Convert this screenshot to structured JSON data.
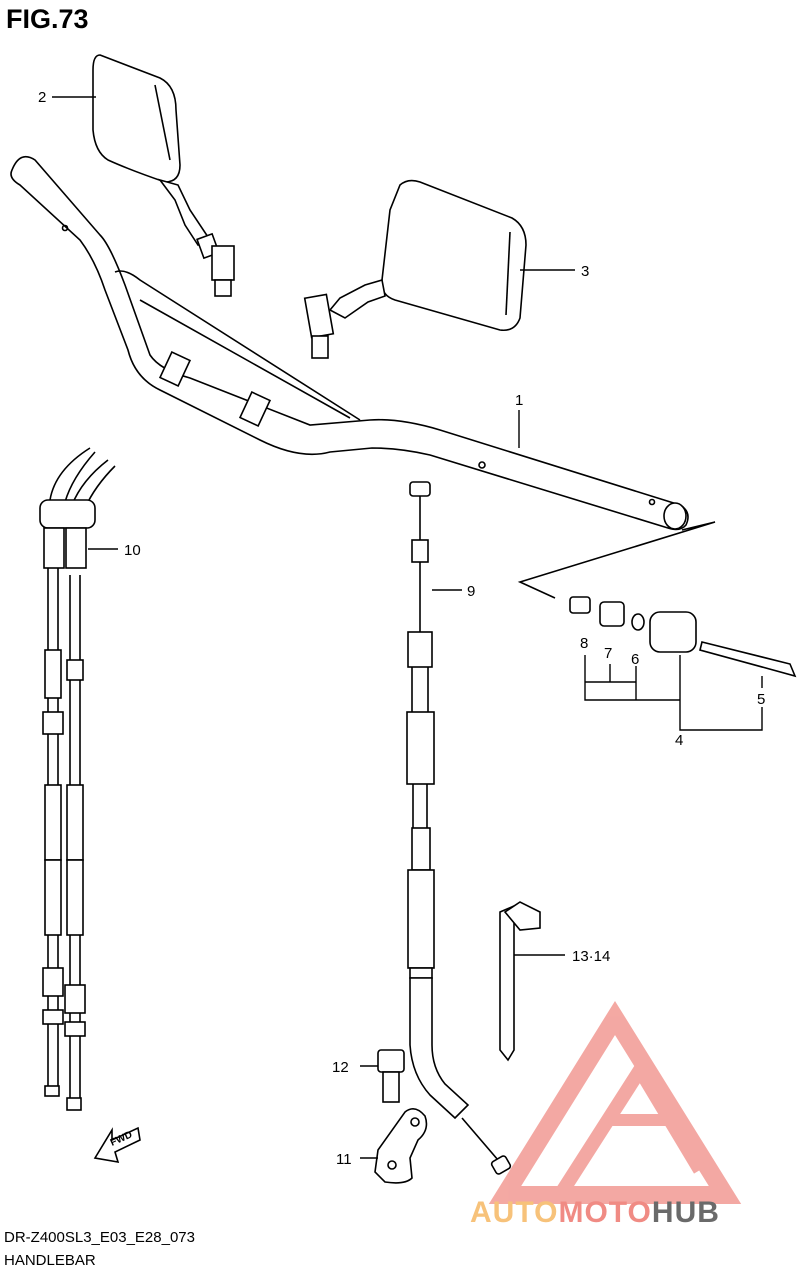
{
  "figure": {
    "title": "FIG.73",
    "model_code": "DR-Z400SL3_E03_E28_073",
    "section_name": "HANDLEBAR",
    "fwd_label": "FWD"
  },
  "callouts": [
    "1",
    "2",
    "3",
    "4",
    "5",
    "6",
    "7",
    "8",
    "9",
    "10",
    "11",
    "12",
    "13·14"
  ],
  "watermark": {
    "word1": "AUTO",
    "word2": "MOTO",
    "word3": "HUB",
    "colors": {
      "triangle": "#f29a93",
      "auto": "#f7c27a",
      "moto": "#f08b84",
      "hub": "#6a6a6a"
    }
  }
}
